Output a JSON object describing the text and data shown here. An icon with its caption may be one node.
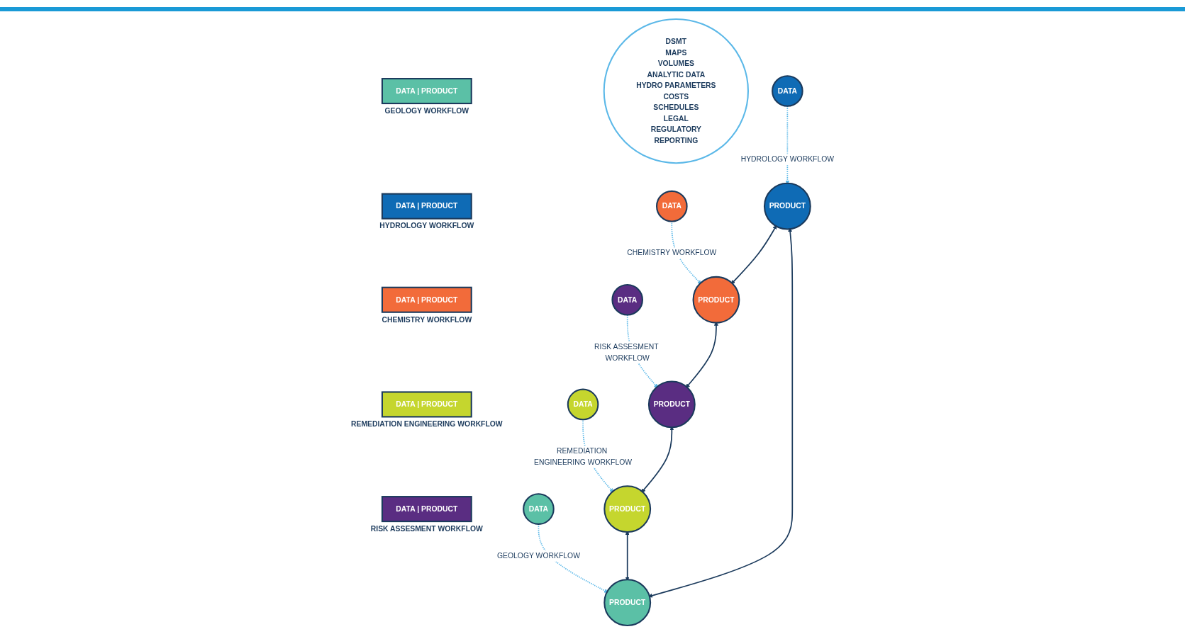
{
  "diagram": {
    "nodes": [
      {
        "text": [
          "DATA | PRODUCT"
        ],
        "beside": [
          "GEOLOGY WORKFLOW"
        ]
      },
      {
        "text": [
          "DATA | PRODUCT"
        ],
        "beside": [
          "HYDROLOGY WORKFLOW"
        ]
      },
      {
        "text": [
          "DATA | PRODUCT"
        ],
        "beside": [
          "CHEMISTRY WORKFLOW"
        ]
      },
      {
        "text": [
          "DATA | PRODUCT"
        ],
        "beside": [
          "REMEDIATION ENGINEERING WORKFLOW"
        ]
      },
      {
        "text": [
          "DATA | PRODUCT"
        ],
        "beside": [
          "RISK ASSESMENT WORKFLOW"
        ]
      },
      {
        "text": [
          "DSMT",
          "MAPS",
          "VOLUMES",
          "ANALYTIC DATA",
          "HYDRO PARAMETERS",
          "COSTS",
          "SCHEDULES",
          "LEGAL",
          "REGULATORY",
          "REPORTING"
        ]
      },
      {
        "text": [
          "DATA"
        ]
      },
      {
        "text": [
          "PRODUCT"
        ]
      },
      {
        "text": [
          "DATA"
        ]
      },
      {
        "text": [
          "PRODUCT"
        ]
      },
      {
        "text": [
          "DATA"
        ]
      },
      {
        "text": [
          "PRODUCT"
        ]
      },
      {
        "text": [
          "PRODUCT"
        ]
      },
      {
        "text": [
          "DATA"
        ]
      },
      {
        "text": [
          "PRODUCT"
        ]
      },
      {
        "text": [
          "DATA"
        ]
      }
    ],
    "edges": [
      {
        "from": 6,
        "to": 7,
        "arrow": "to",
        "label": "HYDROLOGY WORKFLOW",
        "style": "dashed",
        "color": "#5bb8e8"
      },
      {
        "from": 8,
        "to": 9,
        "arrow": "to",
        "label": "GEOLOGY WORKFLOW",
        "style": "dashed",
        "color": "#5bb8e8"
      },
      {
        "from": 10,
        "to": 11,
        "arrow": "to",
        "label": "CHEMISTRY WORKFLOW",
        "style": "dashed",
        "color": "#5bb8e8"
      },
      {
        "from": 13,
        "to": 12,
        "arrow": "to",
        "label": "REMEDIATION ENGINEERING WORKFLOW",
        "style": "dashed",
        "color": "#5bb8e8"
      },
      {
        "from": 15,
        "to": 14,
        "arrow": "to",
        "label": "RISK ASSESMENT WORKFLOW",
        "style": "dashed",
        "color": "#5bb8e8"
      },
      {
        "from": 7,
        "to": 11,
        "arrow": "both",
        "color": "#1b3a5c"
      },
      {
        "from": 11,
        "to": 14,
        "arrow": "both",
        "color": "#1b3a5c"
      },
      {
        "from": 14,
        "to": 12,
        "arrow": "both",
        "color": "#1b3a5c"
      },
      {
        "from": 12,
        "to": 9,
        "arrow": "both",
        "color": "#1b3a5c"
      },
      {
        "from": 9,
        "to": 7,
        "arrow": "both",
        "color": "#1b3a5c"
      }
    ]
  }
}
